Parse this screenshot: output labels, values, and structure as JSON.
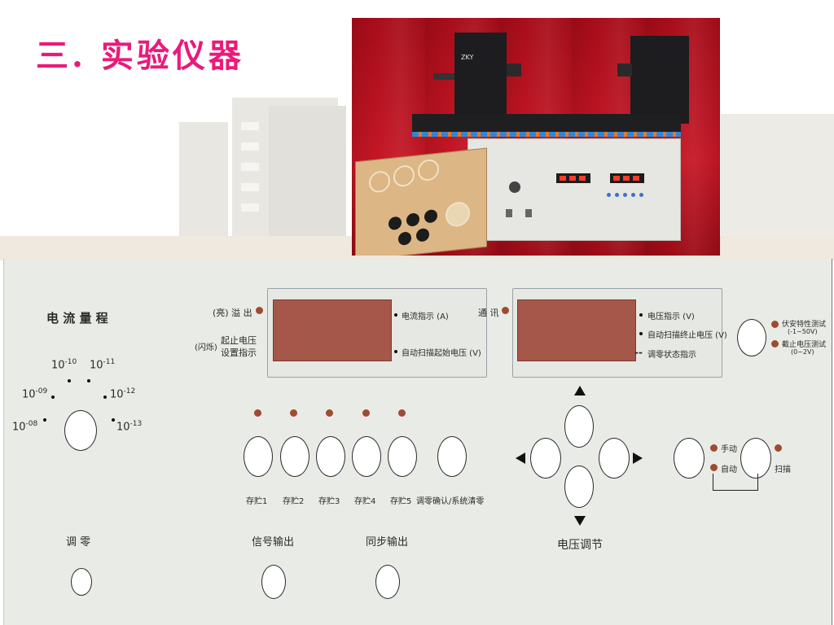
{
  "title": "三. 实验仪器",
  "photo": {
    "brand": "ZKY"
  },
  "panel": {
    "range": {
      "title": "电 流 量 程",
      "ticks": [
        {
          "base": "10",
          "exp": "-10"
        },
        {
          "base": "10",
          "exp": "-11"
        },
        {
          "base": "10",
          "exp": "-09"
        },
        {
          "base": "10",
          "exp": "-12"
        },
        {
          "base": "10",
          "exp": "-08"
        },
        {
          "base": "10",
          "exp": "-13"
        }
      ]
    },
    "left_display": {
      "overflow": "(亮) 溢 出",
      "flash_prefix": "(闪烁)",
      "limit_line1": "起止电压",
      "limit_line2": "设置指示",
      "current_label": "电流指示 (A)",
      "start_voltage_label": "自动扫描起始电压 (V)"
    },
    "right_display": {
      "comm": "通 讯",
      "voltage_label": "电压指示 (V)",
      "end_voltage_label": "自动扫描终止电压 (V)",
      "zero_label": "调零状态指示"
    },
    "test_mode": {
      "iv_label": "伏安特性测试",
      "iv_range": "(-1~50V)",
      "cutoff_label": "截止电压测试",
      "cutoff_range": "(0~2V)"
    },
    "memory_buttons": [
      "存贮1",
      "存贮2",
      "存贮3",
      "存贮4",
      "存贮5"
    ],
    "confirm_label": "调零确认/系统清零",
    "voltage_adjust": "电压调节",
    "manual": "手动",
    "auto": "自动",
    "scan": "扫描",
    "zero": "调 零",
    "signal_out": "信号输出",
    "sync_out": "同步输出"
  }
}
